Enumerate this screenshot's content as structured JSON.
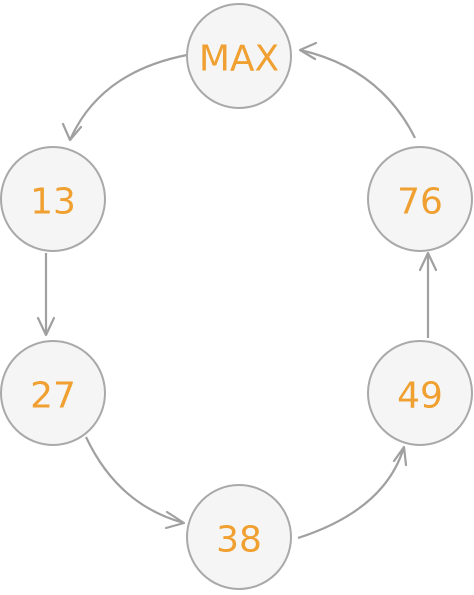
{
  "colors": {
    "node_fill": "#f5f5f5",
    "node_stroke": "#a9a9a9",
    "label": "#f0a030",
    "edge": "#a0a0a0"
  },
  "nodes": [
    {
      "id": "max",
      "label": "MAX"
    },
    {
      "id": "n13",
      "label": "13"
    },
    {
      "id": "n27",
      "label": "27"
    },
    {
      "id": "n38",
      "label": "38"
    },
    {
      "id": "n49",
      "label": "49"
    },
    {
      "id": "n76",
      "label": "76"
    }
  ],
  "edges": [
    {
      "from": "max",
      "to": "n13"
    },
    {
      "from": "n13",
      "to": "n27"
    },
    {
      "from": "n27",
      "to": "n38"
    },
    {
      "from": "n38",
      "to": "n49"
    },
    {
      "from": "n49",
      "to": "n76"
    },
    {
      "from": "n76",
      "to": "max"
    }
  ]
}
